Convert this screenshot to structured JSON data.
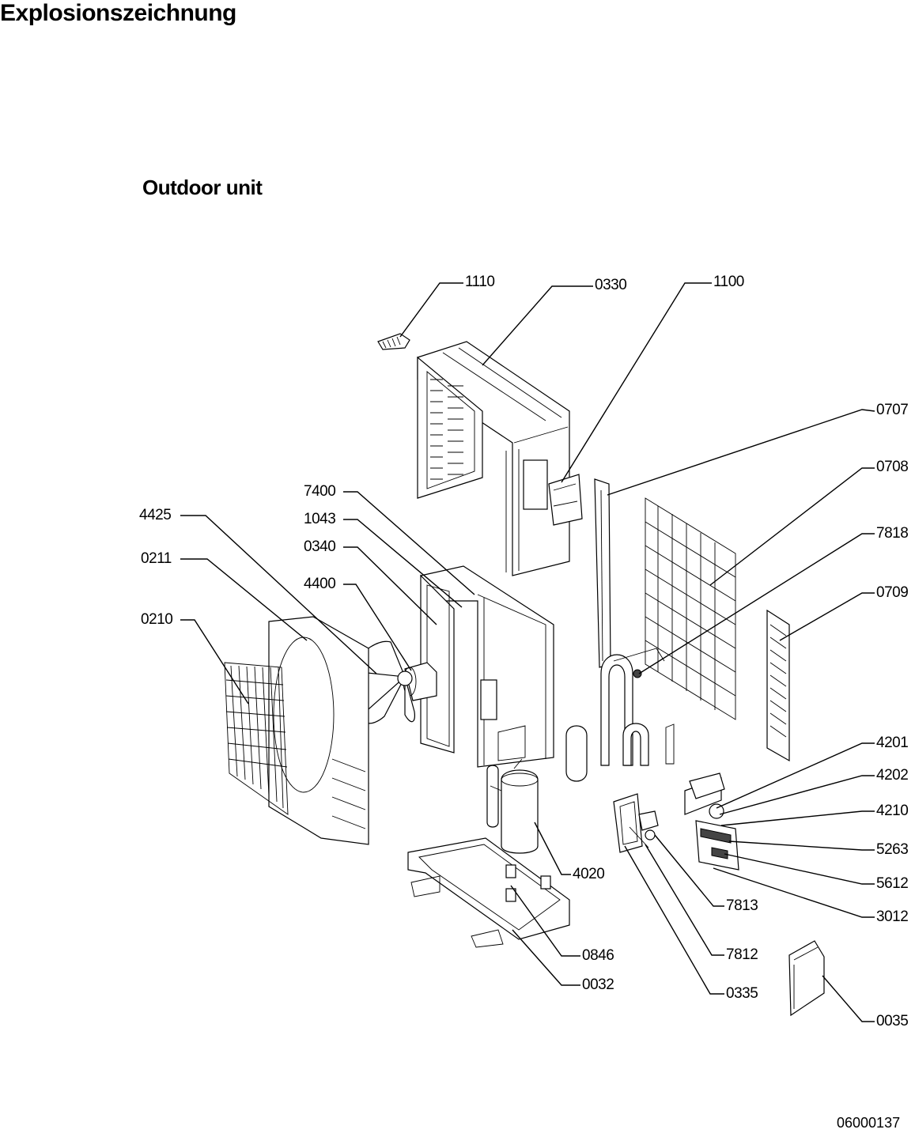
{
  "header": {
    "title": "Explosionszeichnung",
    "subtitle": "Outdoor unit"
  },
  "footer": {
    "document_number": "06000137"
  },
  "parts": [
    {
      "id": "1110"
    },
    {
      "id": "0330"
    },
    {
      "id": "1100"
    },
    {
      "id": "0707"
    },
    {
      "id": "0708"
    },
    {
      "id": "7818"
    },
    {
      "id": "0709"
    },
    {
      "id": "7400"
    },
    {
      "id": "1043"
    },
    {
      "id": "0340"
    },
    {
      "id": "4400"
    },
    {
      "id": "4425"
    },
    {
      "id": "0211"
    },
    {
      "id": "0210"
    },
    {
      "id": "4201"
    },
    {
      "id": "4202"
    },
    {
      "id": "4210"
    },
    {
      "id": "5263"
    },
    {
      "id": "5612"
    },
    {
      "id": "3012"
    },
    {
      "id": "4020"
    },
    {
      "id": "7813"
    },
    {
      "id": "7812"
    },
    {
      "id": "0335"
    },
    {
      "id": "0846"
    },
    {
      "id": "0032"
    },
    {
      "id": "0035"
    }
  ]
}
